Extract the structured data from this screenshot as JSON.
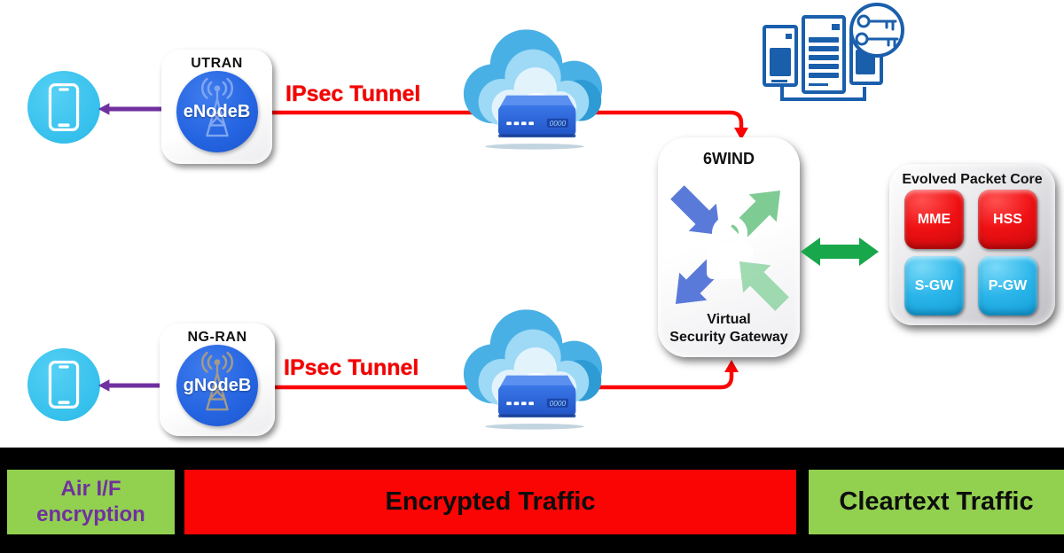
{
  "ran_top": {
    "label": "UTRAN",
    "node": "eNodeB"
  },
  "ran_bottom": {
    "label": "NG-RAN",
    "node": "gNodeB"
  },
  "tunnels": {
    "top": "IPsec Tunnel",
    "bottom": "IPsec Tunnel"
  },
  "router": {
    "display": "0000"
  },
  "gateway": {
    "vendor": "6WIND",
    "role_line1": "Virtual",
    "role_line2": "Security Gateway"
  },
  "epc": {
    "title": "Evolved Packet Core",
    "tiles": [
      {
        "label": "MME",
        "color": "#EE1113"
      },
      {
        "label": "HSS",
        "color": "#EE1113"
      },
      {
        "label": "S-GW",
        "color": "#29B5EA"
      },
      {
        "label": "P-GW",
        "color": "#29B5EA"
      }
    ]
  },
  "legend": {
    "air_line1": "Air I/F",
    "air_line2": "encryption",
    "encrypted": "Encrypted Traffic",
    "cleartext": "Cleartext Traffic"
  },
  "colors": {
    "tunnel_red": "#F60000",
    "purple_arrow": "#7030A0",
    "phone_cyan": "#35C0EC",
    "node_blue": "#2463E0",
    "bar_green": "#92D050",
    "band_black": "#000000",
    "server_blue": "#1A5FAC",
    "connector_green": "#18A74B",
    "gateway_arrow_blue": "#5A7AD9",
    "gateway_arrow_green": "#7ECB94",
    "air_text_purple": "#7030A0"
  }
}
